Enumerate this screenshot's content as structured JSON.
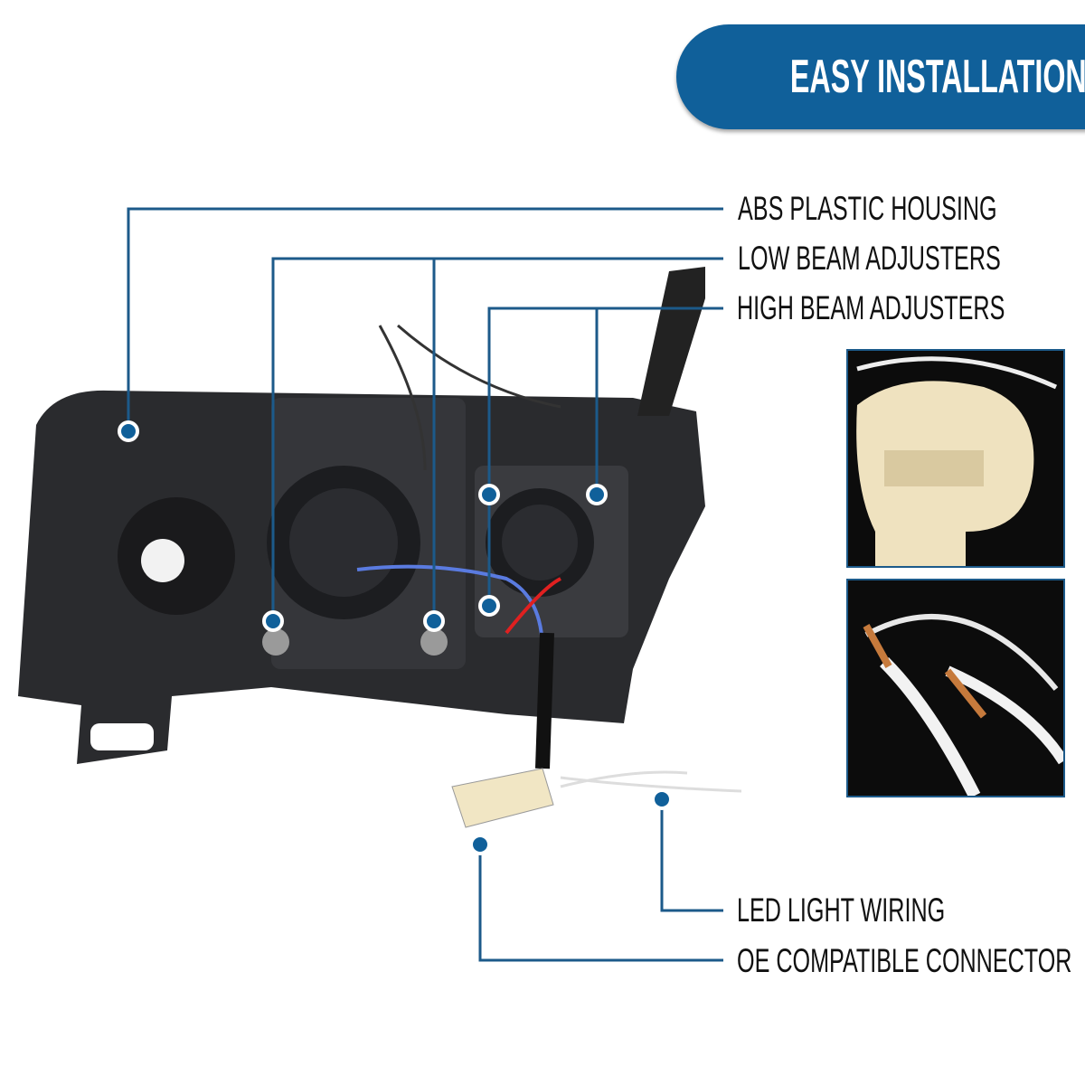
{
  "header": {
    "title": "EASY INSTALLATION"
  },
  "callouts": [
    {
      "label": "ABS PLASTIC HOUSING"
    },
    {
      "label": "LOW BEAM ADJUSTERS"
    },
    {
      "label": "HIGH BEAM ADJUSTERS"
    },
    {
      "label": "LED LIGHT WIRING"
    },
    {
      "label": "OE COMPATIBLE CONNECTOR"
    }
  ],
  "colors": {
    "brand": "#10609a",
    "line": "#1c5a8a"
  }
}
